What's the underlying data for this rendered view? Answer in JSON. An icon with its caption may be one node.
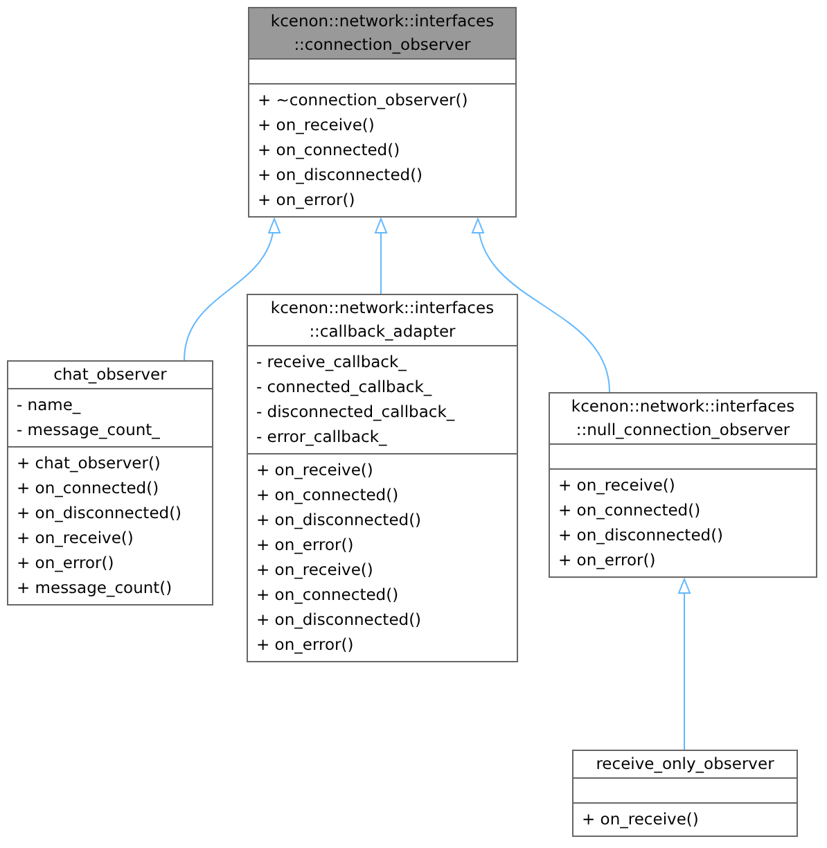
{
  "diagram": {
    "nodes": [
      {
        "text": [
          "kcenon::network::interfaces ::connection_observer"
        ]
      },
      {
        "text": [],
        "shape": "box",
        "in": 0
      },
      {
        "text": [
          "+ ~connection_observer()",
          "+ on_receive()",
          "+ on_connected()",
          "+ on_disconnected()",
          "+ on_error()"
        ],
        "in": 0
      },
      {
        "text": [
          "chat_observer"
        ]
      },
      {
        "text": [
          "- name_",
          "- message_count_"
        ],
        "in": 3
      },
      {
        "text": [
          "+ chat_observer()",
          "+ on_connected()",
          "+ on_disconnected()",
          "+ on_receive()",
          "+ on_error()",
          "+ message_count()"
        ],
        "in": 3
      },
      {
        "text": [
          "kcenon::network::interfaces ::callback_adapter"
        ]
      },
      {
        "text": [
          "- receive_callback_",
          "- connected_callback_",
          "- disconnected_callback_",
          "- error_callback_"
        ],
        "in": 6
      },
      {
        "text": [
          "+ on_receive()",
          "+ on_connected()",
          "+ on_disconnected()",
          "+ on_error()",
          "+ on_receive()",
          "+ on_connected()",
          "+ on_disconnected()",
          "+ on_error()"
        ],
        "in": 6
      },
      {
        "text": [
          "kcenon::network::interfaces ::null_connection_observer"
        ]
      },
      {
        "text": [],
        "shape": "box",
        "in": 9
      },
      {
        "text": [
          "+ on_receive()",
          "+ on_connected()",
          "+ on_disconnected()",
          "+ on_error()"
        ],
        "in": 9
      },
      {
        "text": [
          "receive_only_observer"
        ]
      },
      {
        "text": [],
        "shape": "box",
        "in": 12
      },
      {
        "text": [
          "+ on_receive()"
        ],
        "in": 12
      }
    ],
    "edges": [
      {
        "from": 3,
        "to": 0,
        "arrow": "to"
      },
      {
        "from": 6,
        "to": 0,
        "arrow": "to"
      },
      {
        "from": 9,
        "to": 0,
        "arrow": "to"
      },
      {
        "from": 12,
        "to": 9,
        "arrow": "to"
      }
    ]
  }
}
